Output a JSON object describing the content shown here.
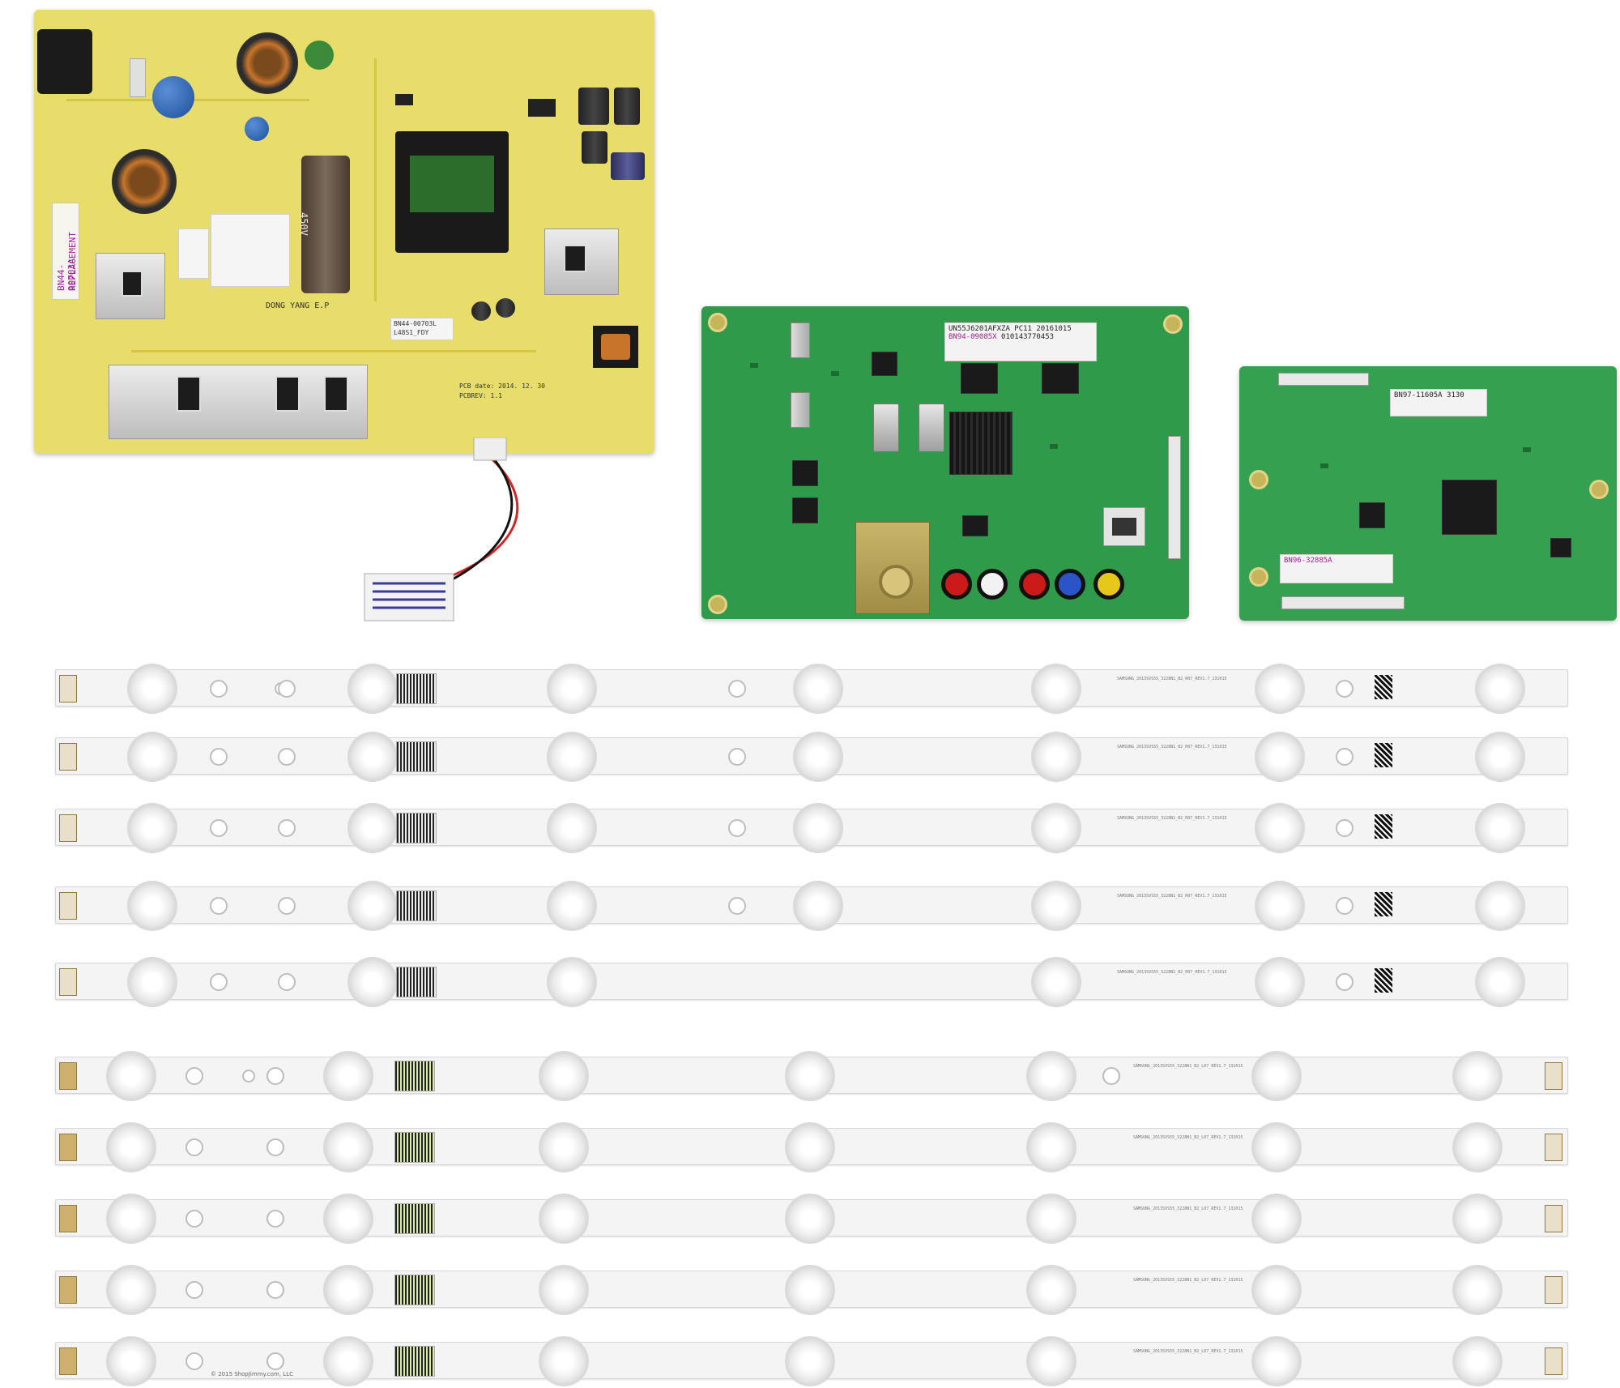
{
  "psu": {
    "model_sticker": "BN44-00703A",
    "replacement_sticker": "REPLACEMENT",
    "board_id": "BN44-00703L",
    "board_id2": "L48S1_FDY",
    "date_text": "PCB date: 2014. 12. 30",
    "rev_text": "PCBREV: 1.1",
    "maker_text": "DONG YANG E.P",
    "cap_value": "450V"
  },
  "mainboard": {
    "sticker_model": "UN55J6201AFXZA",
    "sticker_code": "PC11",
    "sticker_date": "20161015",
    "sticker_part": "BN94-09085X",
    "sticker_serial": "010143770453"
  },
  "tcon": {
    "sticker_top": "BN97-11605A",
    "sticker_code": "3130",
    "sticker_bottom": "BN96-32885A"
  },
  "strips": {
    "a_text": "SAMSUNG_2013SVS55_3228N1_B2_R07_REV1.7_131015",
    "b_text": "SAMSUNG_2013SVS55_3228N1_B2_L07_REV1.7_131015"
  },
  "footer": {
    "copyright": "© 2015 ShopJimmy.com, LLC"
  }
}
